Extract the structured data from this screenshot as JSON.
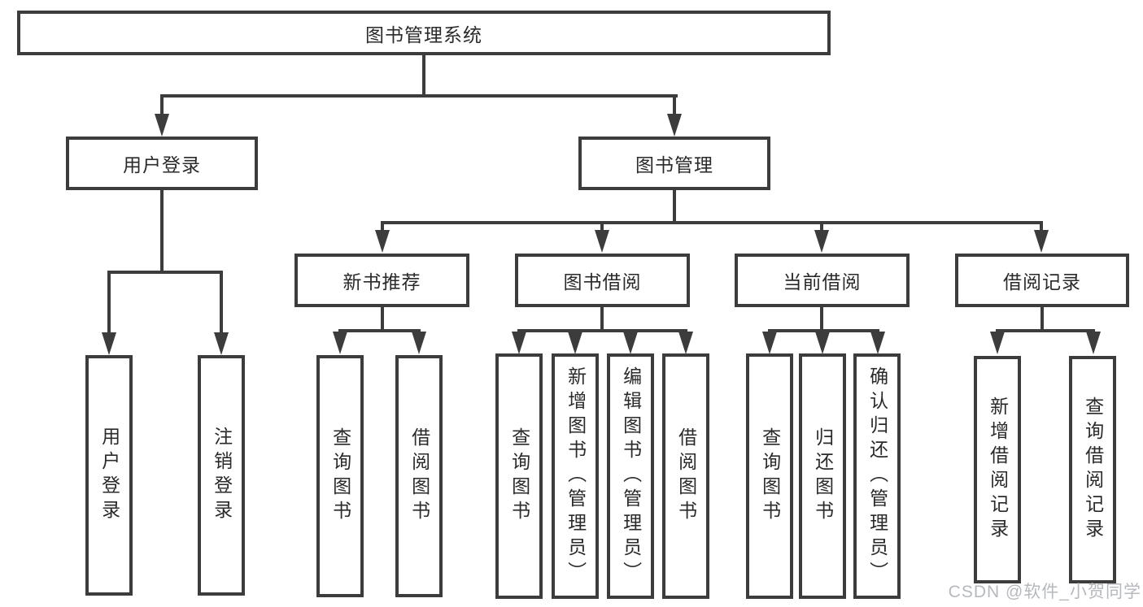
{
  "diagram": {
    "tree": {
      "label": "图书管理系统",
      "children": [
        {
          "label": "用户登录",
          "children": [
            {
              "label": "用户登录"
            },
            {
              "label": "注销登录"
            }
          ]
        },
        {
          "label": "图书管理",
          "children": [
            {
              "label": "新书推荐",
              "children": [
                {
                  "label": "查询图书"
                },
                {
                  "label": "借阅图书"
                }
              ]
            },
            {
              "label": "图书借阅",
              "children": [
                {
                  "label": "查询图书"
                },
                {
                  "label": "新增图书（管理员）"
                },
                {
                  "label": "编辑图书（管理员）"
                },
                {
                  "label": "借阅图书"
                }
              ]
            },
            {
              "label": "当前借阅",
              "children": [
                {
                  "label": "查询图书"
                },
                {
                  "label": "归还图书"
                },
                {
                  "label": "确认归还（管理员）"
                }
              ]
            },
            {
              "label": "借阅记录",
              "children": [
                {
                  "label": "新增借阅记录"
                },
                {
                  "label": "查询借阅记录"
                }
              ]
            }
          ]
        }
      ]
    },
    "watermark": "CSDN @软件_小贺同学",
    "colors": {
      "line": "#3c3c3c",
      "text": "#2a2a2a",
      "background": "#ffffff",
      "watermark": "#b5b9bd"
    }
  }
}
